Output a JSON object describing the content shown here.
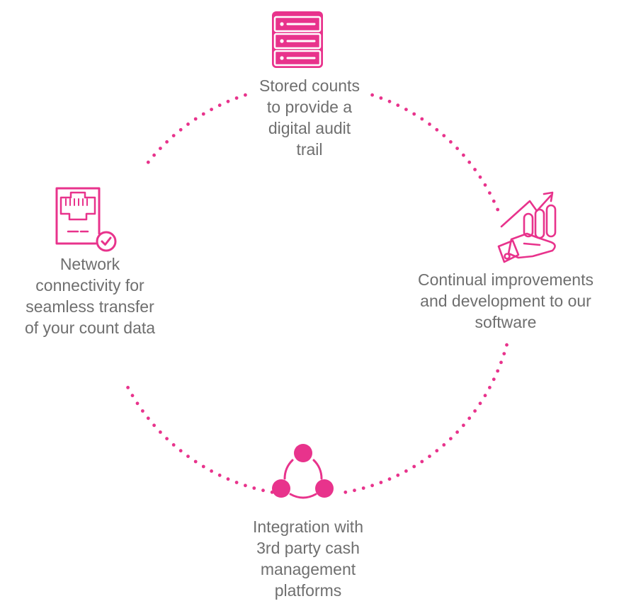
{
  "colors": {
    "accent": "#e8338c",
    "text": "#6f6f6f"
  },
  "nodes": {
    "top": {
      "icon": "server-icon",
      "lines": [
        "Stored counts",
        "to provide a",
        "digital audit",
        "trail"
      ]
    },
    "right": {
      "icon": "growth-chart-hand-icon",
      "lines": [
        "Continual improvements",
        "and development to our",
        "software"
      ]
    },
    "bottom": {
      "icon": "integration-nodes-icon",
      "lines": [
        "Integration with",
        "3rd party cash",
        "management",
        "platforms"
      ]
    },
    "left": {
      "icon": "network-port-check-icon",
      "lines": [
        "Network",
        "connectivity for",
        "seamless transfer",
        "of your count data"
      ]
    }
  }
}
